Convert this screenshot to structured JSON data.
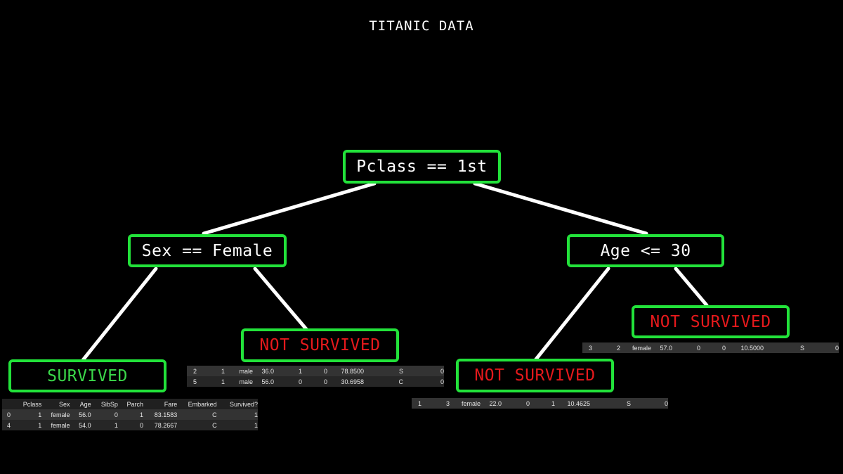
{
  "title": "TITANIC DATA",
  "nodes": {
    "root": "Pclass == 1st",
    "left": "Sex == Female",
    "right": "Age <= 30",
    "leaf_survived": "SURVIVED",
    "leaf_left_not": "NOT SURVIVED",
    "leaf_right_low_not": "NOT SURVIVED",
    "leaf_right_high_not": "NOT SURVIVED"
  },
  "colors": {
    "node_border": "#22e23a",
    "survived_text": "#3bd84a",
    "not_survived_text": "#e5191c",
    "edge": "#ffffff"
  },
  "tables": {
    "survived": {
      "headers": [
        "",
        "Pclass",
        "Sex",
        "Age",
        "SibSp",
        "Parch",
        "Fare",
        "Embarked",
        "Survived?"
      ],
      "rows": [
        [
          "0",
          "1",
          "female",
          "56.0",
          "0",
          "1",
          "83.1583",
          "C",
          "1"
        ],
        [
          "4",
          "1",
          "female",
          "54.0",
          "1",
          "0",
          "78.2667",
          "C",
          "1"
        ]
      ]
    },
    "left_not": {
      "rows": [
        [
          "2",
          "1",
          "male",
          "36.0",
          "1",
          "0",
          "78.8500",
          "S",
          "0"
        ],
        [
          "5",
          "1",
          "male",
          "56.0",
          "0",
          "0",
          "30.6958",
          "C",
          "0"
        ]
      ]
    },
    "right_low_not": {
      "rows": [
        [
          "1",
          "3",
          "female",
          "22.0",
          "0",
          "1",
          "10.4625",
          "S",
          "0"
        ]
      ]
    },
    "right_high_not": {
      "rows": [
        [
          "3",
          "2",
          "female",
          "57.0",
          "0",
          "0",
          "10.5000",
          "S",
          "0"
        ]
      ]
    }
  }
}
